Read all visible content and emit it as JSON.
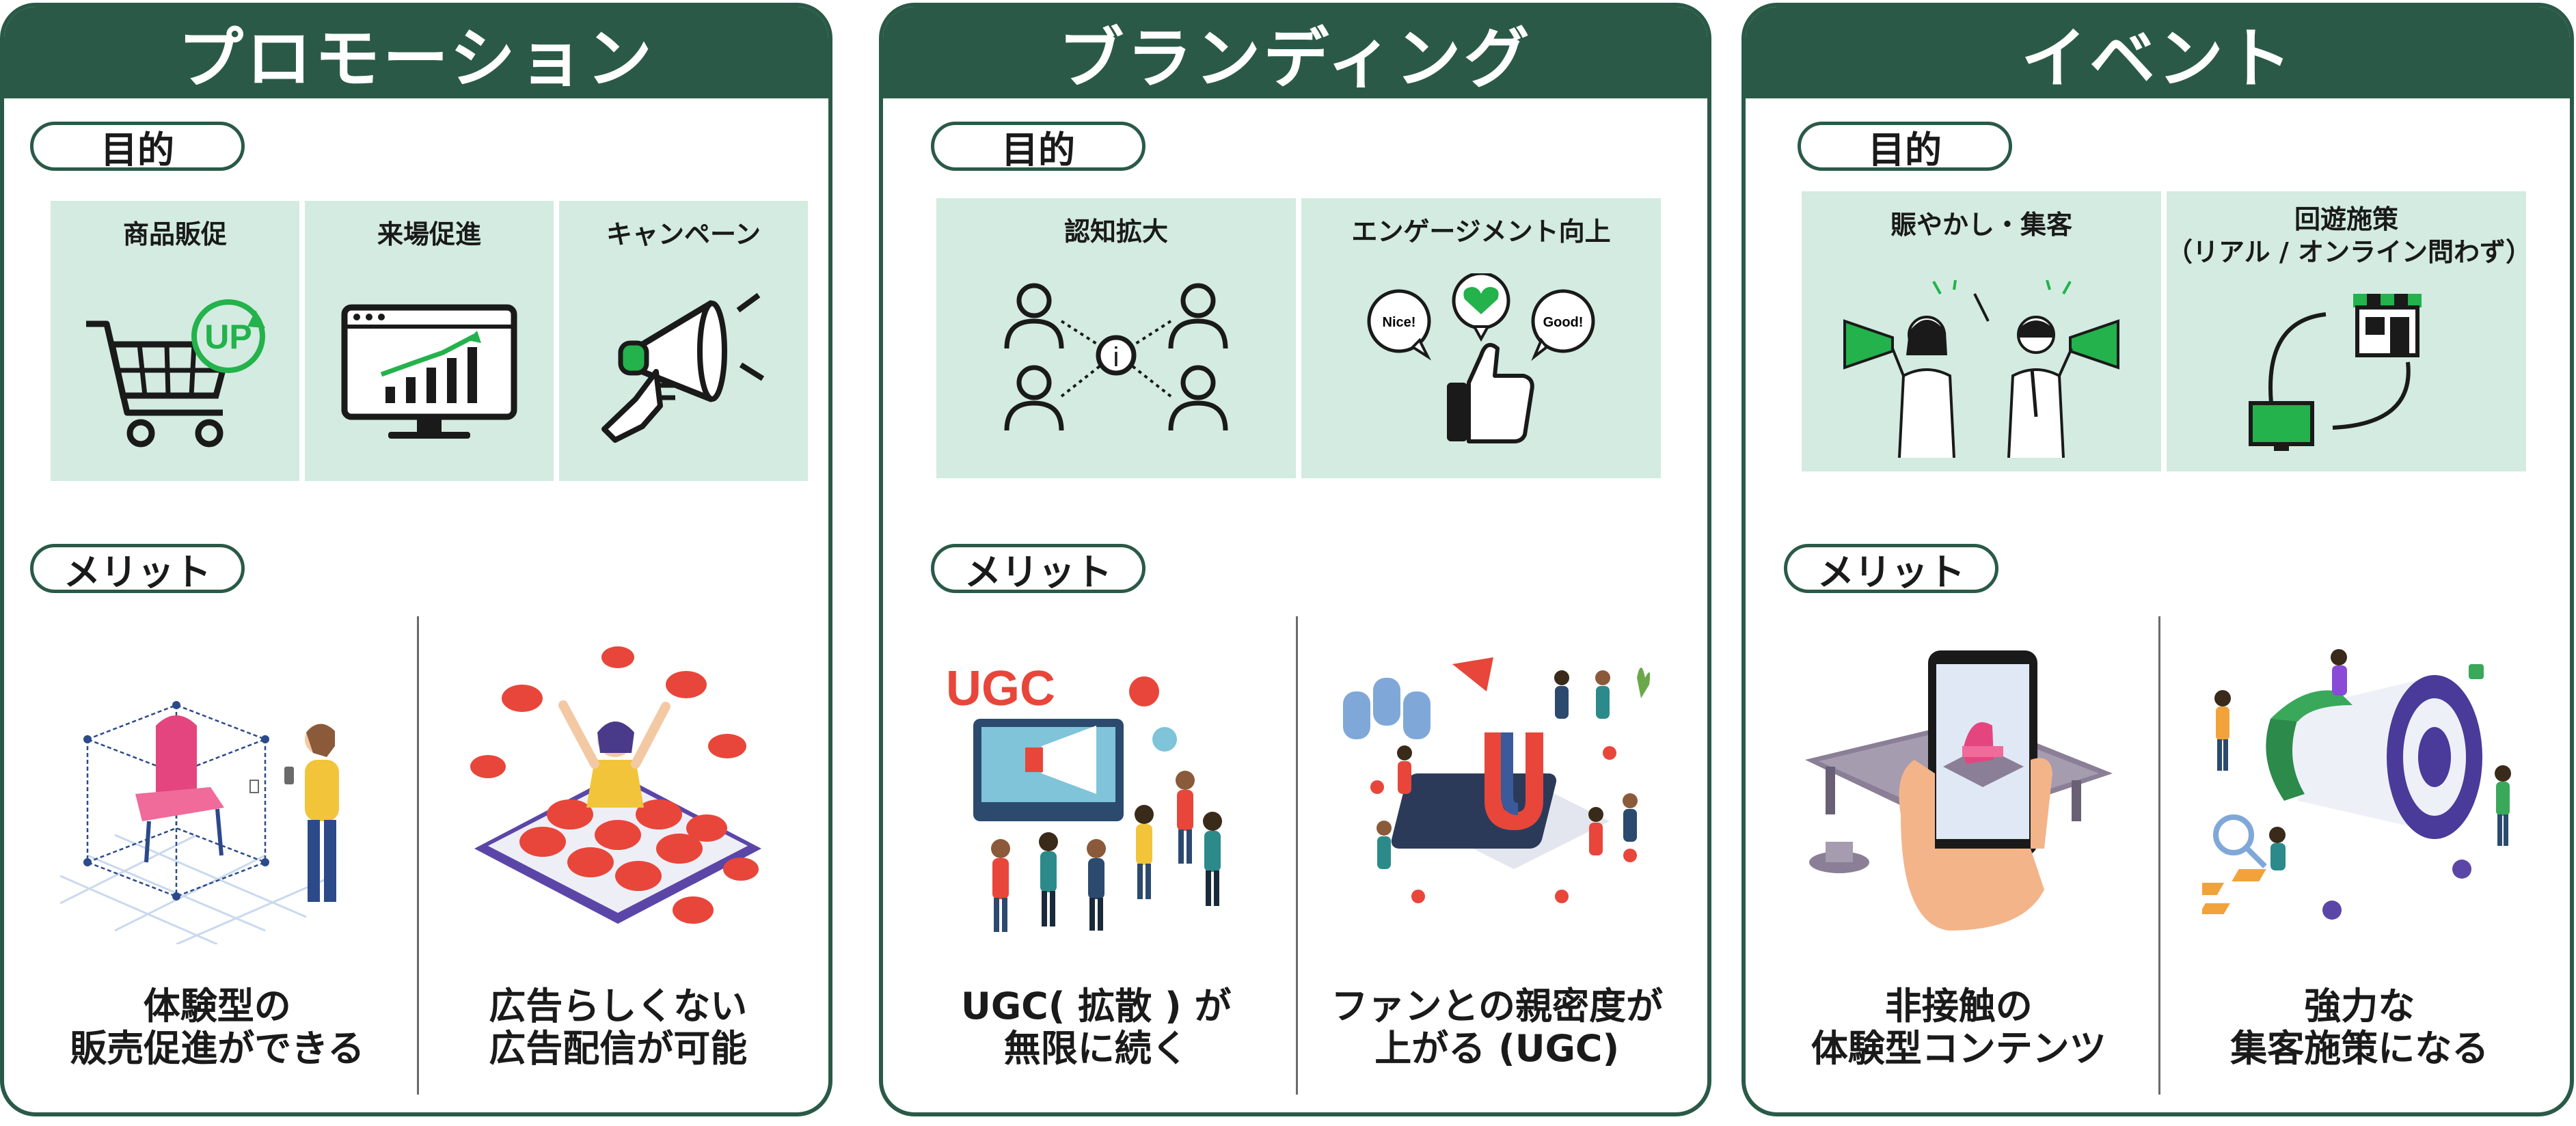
{
  "columns": [
    {
      "title": "プロモーション",
      "objective_label": "目的",
      "objectives": [
        {
          "label": "商品販促",
          "icon": "shopping-cart-up-icon",
          "badge": "UP"
        },
        {
          "label": "来場促進",
          "icon": "monitor-growth-chart-icon"
        },
        {
          "label": "キャンペーン",
          "icon": "megaphone-hand-icon"
        }
      ],
      "merit_label": "メリット",
      "merits": [
        {
          "caption": "体験型の\n販売促進ができる",
          "icon": "ar-chair-illustration"
        },
        {
          "caption": "広告らしくない\n広告配信が可能",
          "icon": "hearts-phone-illustration"
        }
      ]
    },
    {
      "title": "ブランディング",
      "objective_label": "目的",
      "objectives": [
        {
          "label": "認知拡大",
          "icon": "people-network-icon",
          "badge": "i"
        },
        {
          "label": "エンゲージメント向上",
          "icon": "thumbs-up-bubbles-icon",
          "bubbles": [
            "Nice!",
            "Good!"
          ]
        }
      ],
      "merit_label": "メリット",
      "merits": [
        {
          "caption": "UGC( 拡散 ) が\n無限に続く",
          "icon": "ugc-crowd-illustration",
          "sign": "UGC"
        },
        {
          "caption": "ファンとの親密度が\n上がる (UGC)",
          "icon": "fans-magnet-illustration"
        }
      ]
    },
    {
      "title": "イベント",
      "objective_label": "目的",
      "objectives": [
        {
          "label": "賑やかし・集客",
          "icon": "cheering-people-icon"
        },
        {
          "label": "回遊施策\n（リアル / オンライン問わず）",
          "icon": "store-monitor-loop-icon"
        }
      ],
      "merit_label": "メリット",
      "merits": [
        {
          "caption": "非接触の\n体験型コンテンツ",
          "icon": "phone-ar-room-illustration"
        },
        {
          "caption": "強力な\n集客施策になる",
          "icon": "megaphone-crowd-illustration"
        }
      ]
    }
  ],
  "colors": {
    "frame": "#2a5a47",
    "box_bg": "#d3ebe1",
    "accent_green": "#23b24b",
    "accent_red": "#e8463a"
  }
}
